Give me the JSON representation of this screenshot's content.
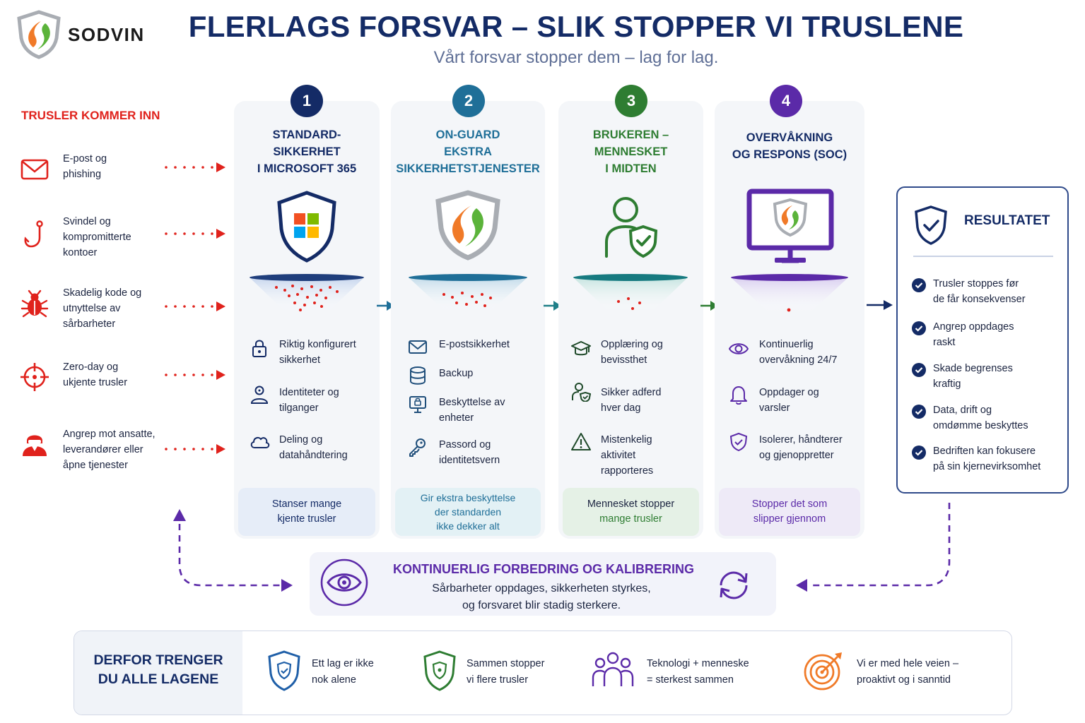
{
  "brand": {
    "name": "SODVIN"
  },
  "header": {
    "title": "FLERLAGS FORSVAR – SLIK STOPPER VI TRUSLENE",
    "subtitle": "Vårt forsvar stopper dem – lag for lag."
  },
  "threats": {
    "heading": "TRUSLER KOMMER INN",
    "items": [
      {
        "lines": [
          "E-post og",
          "phishing"
        ],
        "icon": "mail-icon"
      },
      {
        "lines": [
          "Svindel og",
          "kompromitterte",
          "kontoer"
        ],
        "icon": "hook-icon"
      },
      {
        "lines": [
          "Skadelig kode og",
          "utnyttelse av",
          "sårbarheter"
        ],
        "icon": "bug-icon"
      },
      {
        "lines": [
          "Zero-day og",
          "ukjente trusler"
        ],
        "icon": "crosshair-icon"
      },
      {
        "lines": [
          "Angrep mot ansatte,",
          "leverandører eller",
          "åpne tjenester"
        ],
        "icon": "hacker-icon"
      }
    ]
  },
  "layers": [
    {
      "number": "1",
      "heading": [
        "STANDARD-",
        "SIKKERHET",
        "I MICROSOFT 365"
      ],
      "items": [
        {
          "lines": [
            "Riktig konfigurert",
            "sikkerhet"
          ],
          "icon": "lock-icon"
        },
        {
          "lines": [
            "Identiteter og",
            "tilganger"
          ],
          "icon": "identity-icon"
        },
        {
          "lines": [
            "Deling og",
            "datahåndtering"
          ],
          "icon": "cloud-icon"
        }
      ],
      "footer": [
        "Stanser mange",
        "kjente trusler"
      ],
      "color": "#142b66"
    },
    {
      "number": "2",
      "heading": [
        "ON-GUARD",
        "EKSTRA",
        "SIKKERHETSTJENESTER"
      ],
      "items": [
        {
          "lines": [
            "E-postsikkerhet"
          ],
          "icon": "mail-icon"
        },
        {
          "lines": [
            "Backup"
          ],
          "icon": "database-icon"
        },
        {
          "lines": [
            "Beskyttelse av",
            "enheter"
          ],
          "icon": "device-icon"
        },
        {
          "lines": [
            "Passord og",
            "identitetsvern"
          ],
          "icon": "key-icon"
        }
      ],
      "footer": [
        "Gir ekstra beskyttelse",
        "der standarden",
        "ikke dekker alt"
      ],
      "color": "#1f6f98"
    },
    {
      "number": "3",
      "heading": [
        "BRUKEREN –",
        "MENNESKET",
        "I MIDTEN"
      ],
      "items": [
        {
          "lines": [
            "Opplæring og",
            "bevissthet"
          ],
          "icon": "graduation-cap-icon"
        },
        {
          "lines": [
            "Sikker adferd",
            "hver dag"
          ],
          "icon": "user-shield-icon"
        },
        {
          "lines": [
            "Mistenkelig",
            "aktivitet",
            "rapporteres"
          ],
          "icon": "warning-icon"
        }
      ],
      "footer": [
        "Mennesket stopper",
        "mange trusler"
      ],
      "color": "#2e7d32"
    },
    {
      "number": "4",
      "heading": [
        "OVERVÅKNING",
        "OG RESPONS (SOC)"
      ],
      "items": [
        {
          "lines": [
            "Kontinuerlig",
            "overvåkning 24/7"
          ],
          "icon": "eye-icon"
        },
        {
          "lines": [
            "Oppdager og",
            "varsler"
          ],
          "icon": "bell-icon"
        },
        {
          "lines": [
            "Isolerer, håndterer",
            "og gjenoppretter"
          ],
          "icon": "shield-check-icon"
        }
      ],
      "footer": [
        "Stopper det som",
        "slipper gjennom"
      ],
      "color": "#5b2aa8"
    }
  ],
  "result": {
    "title": "RESULTATET",
    "items": [
      [
        "Trusler stoppes før",
        "de får konsekvenser"
      ],
      [
        "Angrep oppdages",
        "raskt"
      ],
      [
        "Skade begrenses",
        "kraftig"
      ],
      [
        "Data, drift og",
        "omdømme beskyttes"
      ],
      [
        "Bedriften kan fokusere",
        "på sin kjernevirksomhet"
      ]
    ]
  },
  "improvement": {
    "title": "KONTINUERLIG FORBEDRING OG KALIBRERING",
    "lines": [
      "Sårbarheter oppdages, sikkerheten styrkes,",
      "og forsvaret blir stadig sterkere."
    ]
  },
  "why": {
    "heading": [
      "DERFOR TRENGER",
      "DU ALLE LAGENE"
    ],
    "items": [
      {
        "lines": [
          "Ett lag er ikke",
          "nok alene"
        ],
        "icon": "shield-blue-icon"
      },
      {
        "lines": [
          "Sammen stopper",
          "vi flere trusler"
        ],
        "icon": "shield-green-icon"
      },
      {
        "lines": [
          "Teknologi + menneske",
          "= sterkest sammen"
        ],
        "icon": "team-icon"
      },
      {
        "lines": [
          "Vi er med hele veien –",
          "proaktivt og i sanntid"
        ],
        "icon": "target-icon"
      }
    ]
  },
  "colors": {
    "navy": "#142b66",
    "red": "#e0221c",
    "teal": "#1f6f98",
    "green": "#2e7d32",
    "purple": "#5b2aa8",
    "logo_orange": "#f07a28",
    "logo_green": "#5bb33a"
  }
}
